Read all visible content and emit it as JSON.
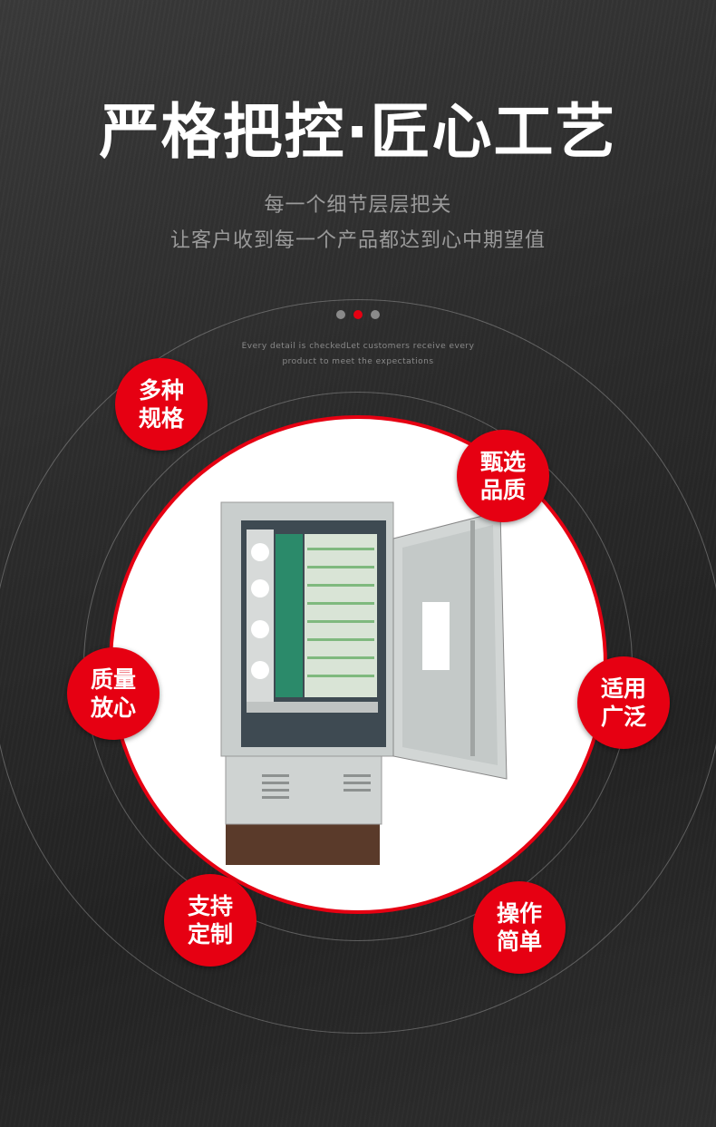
{
  "title": "严格把控·匠心工艺",
  "subtitle_line1": "每一个细节层层把关",
  "subtitle_line2": "让客户收到每一个产品都达到心中期望值",
  "english_line1": "Every detail is checkedLet customers receive every",
  "english_line2": "product to meet the expectations",
  "carousel": {
    "count": 3,
    "active": 2
  },
  "accent_color": "#e60012",
  "badges": [
    {
      "line1": "多种",
      "line2": "规格"
    },
    {
      "line1": "甄选",
      "line2": "品质"
    },
    {
      "line1": "质量",
      "line2": "放心"
    },
    {
      "line1": "适用",
      "line2": "广泛"
    },
    {
      "line1": "支持",
      "line2": "定制"
    },
    {
      "line1": "操作",
      "line2": "简单"
    }
  ]
}
